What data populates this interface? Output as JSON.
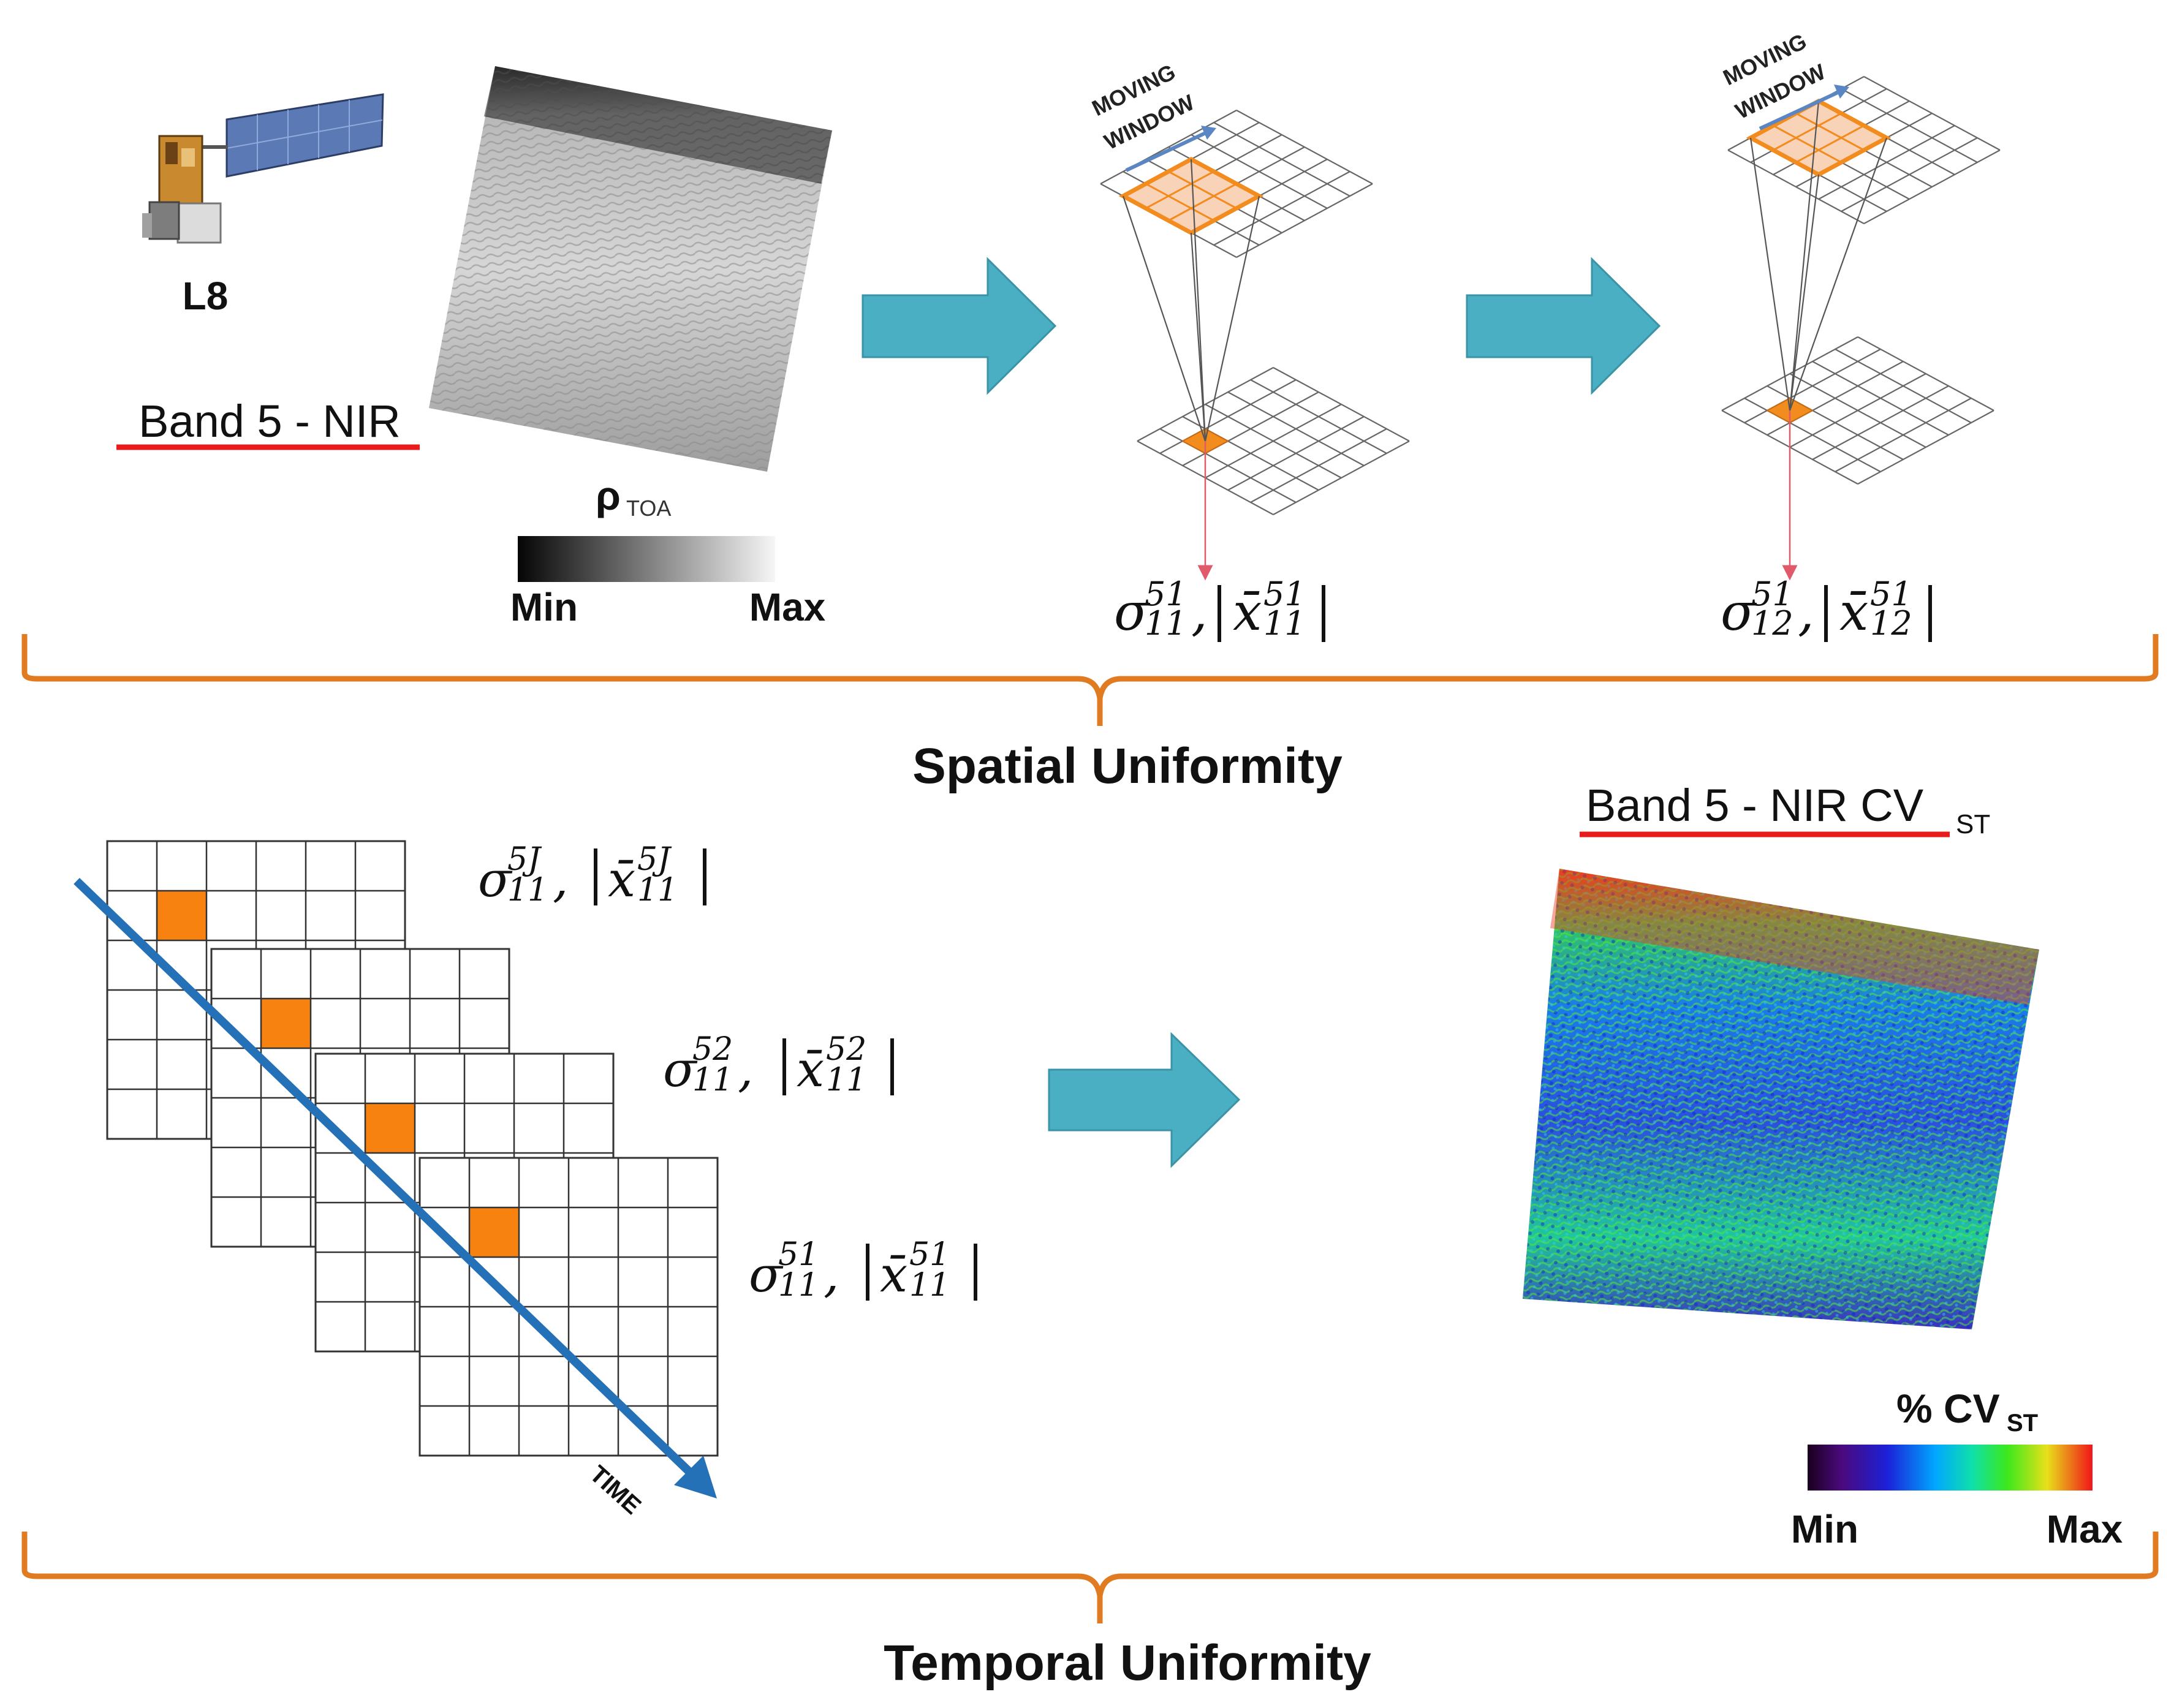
{
  "spatial": {
    "satellite_label": "L8",
    "band_label": "Band 5 - NIR",
    "rho_label": "ρ",
    "rho_sub": "TOA",
    "scale_min": "Min",
    "scale_max": "Max",
    "window1": {
      "line1": "MOVING",
      "line2": "WINDOW"
    },
    "window2": {
      "line1": "MOVING",
      "line2": "WINDOW"
    },
    "formula1": {
      "sigma": "σ",
      "sup": "51",
      "sub": "11",
      "sep": ",",
      "x": "x̄",
      "xsup": "51",
      "xsub": "11"
    },
    "formula2": {
      "sigma": "σ",
      "sup": "51",
      "sub": "12",
      "sep": ",",
      "x": "x̄",
      "xsup": "51",
      "xsub": "12"
    },
    "section_label": "Spatial Uniformity"
  },
  "temporal": {
    "formula_j": {
      "sigma": "σ",
      "sup": "5J",
      "sub": "11",
      "sep": ",",
      "x": "x̄",
      "xsup": "5J",
      "xsub": "11"
    },
    "formula_52": {
      "sigma": "σ",
      "sup": "52",
      "sub": "11",
      "sep": ",",
      "x": "x̄",
      "xsup": "52",
      "xsub": "11"
    },
    "formula_51": {
      "sigma": "σ",
      "sup": "51",
      "sub": "11",
      "sep": ",",
      "x": "x̄",
      "xsup": "51",
      "xsub": "11"
    },
    "time_label": "TIME",
    "output_label": "Band 5 - NIR CV",
    "output_sub": "ST",
    "cv_label": "% CV",
    "cv_sub": "ST",
    "scale_min": "Min",
    "scale_max": "Max",
    "section_label": "Temporal Uniformity"
  },
  "colors": {
    "arrow_fill": "#4AAFC3",
    "window_orange": "#F28C1E",
    "window_fill": "#F9D3B8",
    "brace": "#E07B22",
    "underline": "#E81C1C",
    "time_arrow": "#2471B8",
    "grid": "#666666"
  },
  "icons": {
    "satellite": "satellite-icon",
    "process_arrow": "right-arrow-icon"
  }
}
